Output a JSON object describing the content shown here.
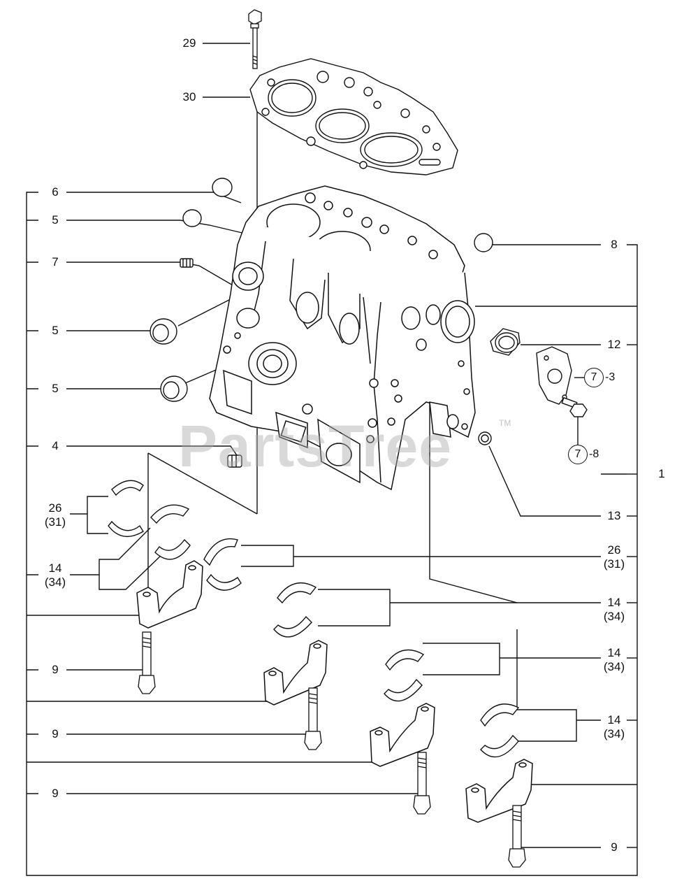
{
  "watermark": {
    "text": "PartsTree",
    "tm": "TM"
  },
  "callouts": {
    "c29": "29",
    "c30": "30",
    "c6": "6",
    "c5a": "5",
    "c7": "7",
    "c5b": "5",
    "c5c": "5",
    "c4": "4",
    "c26a": "26",
    "c26a_sub": "(31)",
    "c14a": "14",
    "c14a_sub": "(34)",
    "c9a": "9",
    "c9b": "9",
    "c9c": "9",
    "c8": "8",
    "c12": "12",
    "c7_3_num": "7",
    "c7_3_suffix": "-3",
    "c7_8_num": "7",
    "c7_8_suffix": "-8",
    "c1": "1",
    "c13": "13",
    "c26b": "26",
    "c26b_sub": "(31)",
    "c14b": "14",
    "c14b_sub": "(34)",
    "c14c": "14",
    "c14c_sub": "(34)",
    "c14d": "14",
    "c14d_sub": "(34)",
    "c9d": "9"
  }
}
